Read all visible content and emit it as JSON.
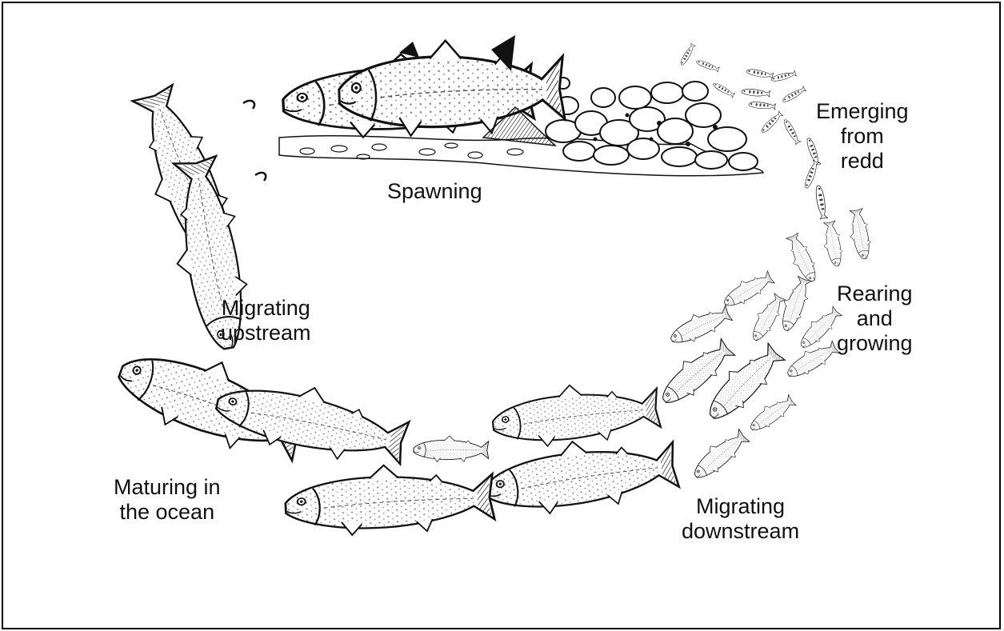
{
  "diagram": {
    "stages": [
      {
        "id": "spawning",
        "lines": [
          "Spawning"
        ]
      },
      {
        "id": "emerging",
        "lines": [
          "Emerging",
          "from",
          "redd"
        ]
      },
      {
        "id": "rearing",
        "lines": [
          "Rearing",
          "and",
          "growing"
        ]
      },
      {
        "id": "downstream",
        "lines": [
          "Migrating",
          "downstream"
        ]
      },
      {
        "id": "ocean",
        "lines": [
          "Maturing in",
          "the ocean"
        ]
      },
      {
        "id": "upstream",
        "lines": [
          "Migrating",
          "upstream"
        ]
      }
    ]
  }
}
